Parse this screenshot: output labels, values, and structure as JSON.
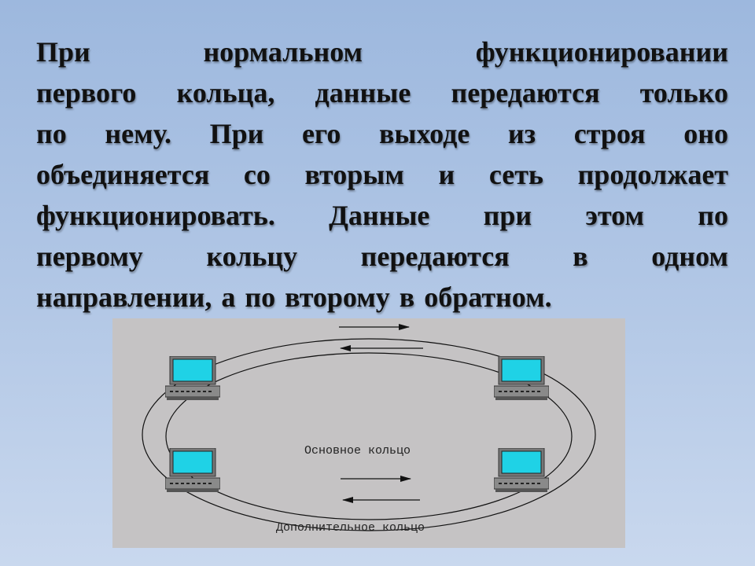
{
  "paragraph": {
    "lines": [
      [
        "При",
        "нормальном",
        "функционировании"
      ],
      [
        "первого",
        "кольца,",
        "данные",
        "передаются",
        "только"
      ],
      [
        "по",
        "нему.",
        "При",
        "его",
        "выходе",
        "из",
        "строя",
        "оно"
      ],
      [
        "объединяется",
        "со",
        "вторым",
        "и",
        "сеть",
        "продолжает"
      ],
      [
        "функционировать.",
        "Данные",
        "при",
        "этом",
        "по"
      ],
      [
        "первому",
        "кольцу",
        "передаются",
        "в",
        "одном"
      ],
      [
        "направлении,",
        "а",
        "по",
        "второму",
        "в",
        "обратном."
      ]
    ]
  },
  "diagram": {
    "primary_ring_label": "Основное кольцо",
    "secondary_ring_label": "Дополнительное кольцо",
    "screen_color": "#1fd2e6",
    "background_color": "#c5c3c4"
  }
}
